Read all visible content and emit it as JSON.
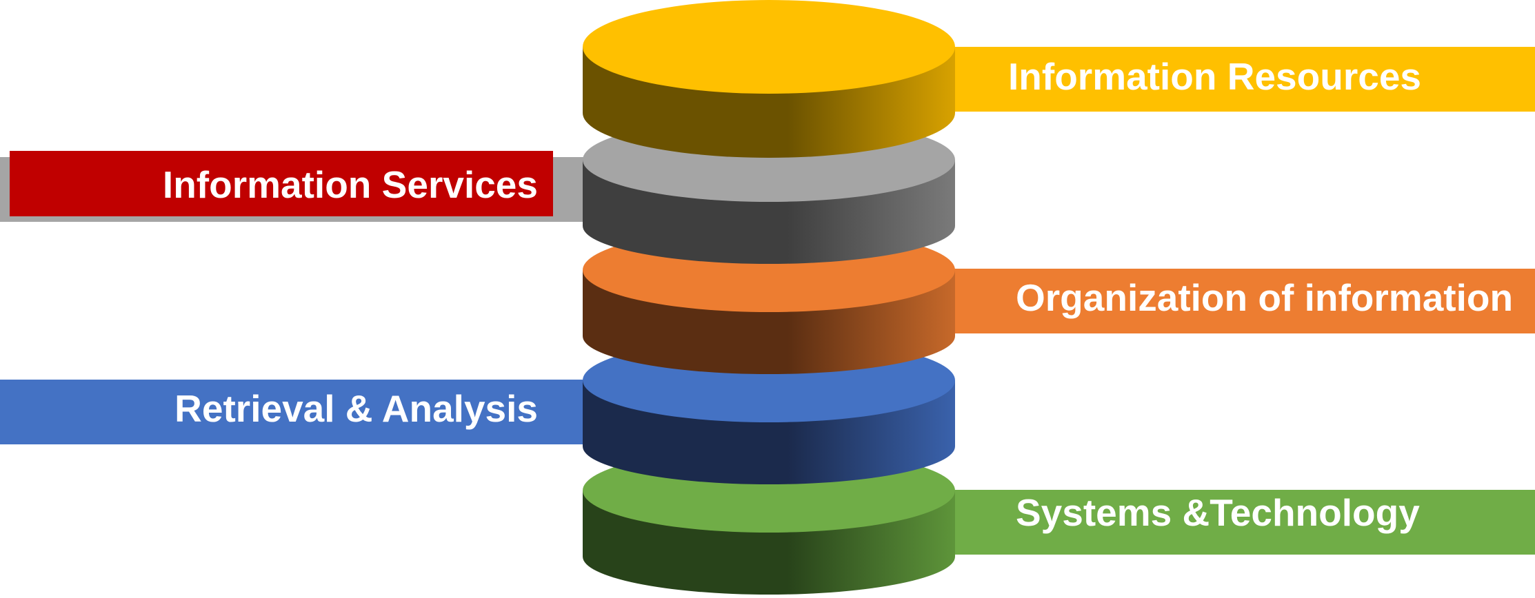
{
  "layers": [
    {
      "label": "Information Resources",
      "side": "right",
      "color": "#FFC000",
      "rim_dark": "#6B5200",
      "rim_light": "#D8A200"
    },
    {
      "label": "Information Services",
      "side": "left",
      "color": "#C00000",
      "disk_color": "#A5A5A5",
      "rim_dark": "#3F3F3F",
      "rim_light": "#7A7A7A"
    },
    {
      "label": "Organization of information",
      "side": "right",
      "color": "#ED7D31",
      "rim_dark": "#5B2E12",
      "rim_light": "#C7692A"
    },
    {
      "label": "Retrieval & Analysis",
      "side": "left",
      "color": "#4472C4",
      "rim_dark": "#1B2A4C",
      "rim_light": "#3A62AC"
    },
    {
      "label": "Systems &Technology",
      "side": "right",
      "color": "#70AD47",
      "rim_dark": "#28431A",
      "rim_light": "#5E953A"
    }
  ],
  "left_back_bar_color": "#A5A5A5"
}
